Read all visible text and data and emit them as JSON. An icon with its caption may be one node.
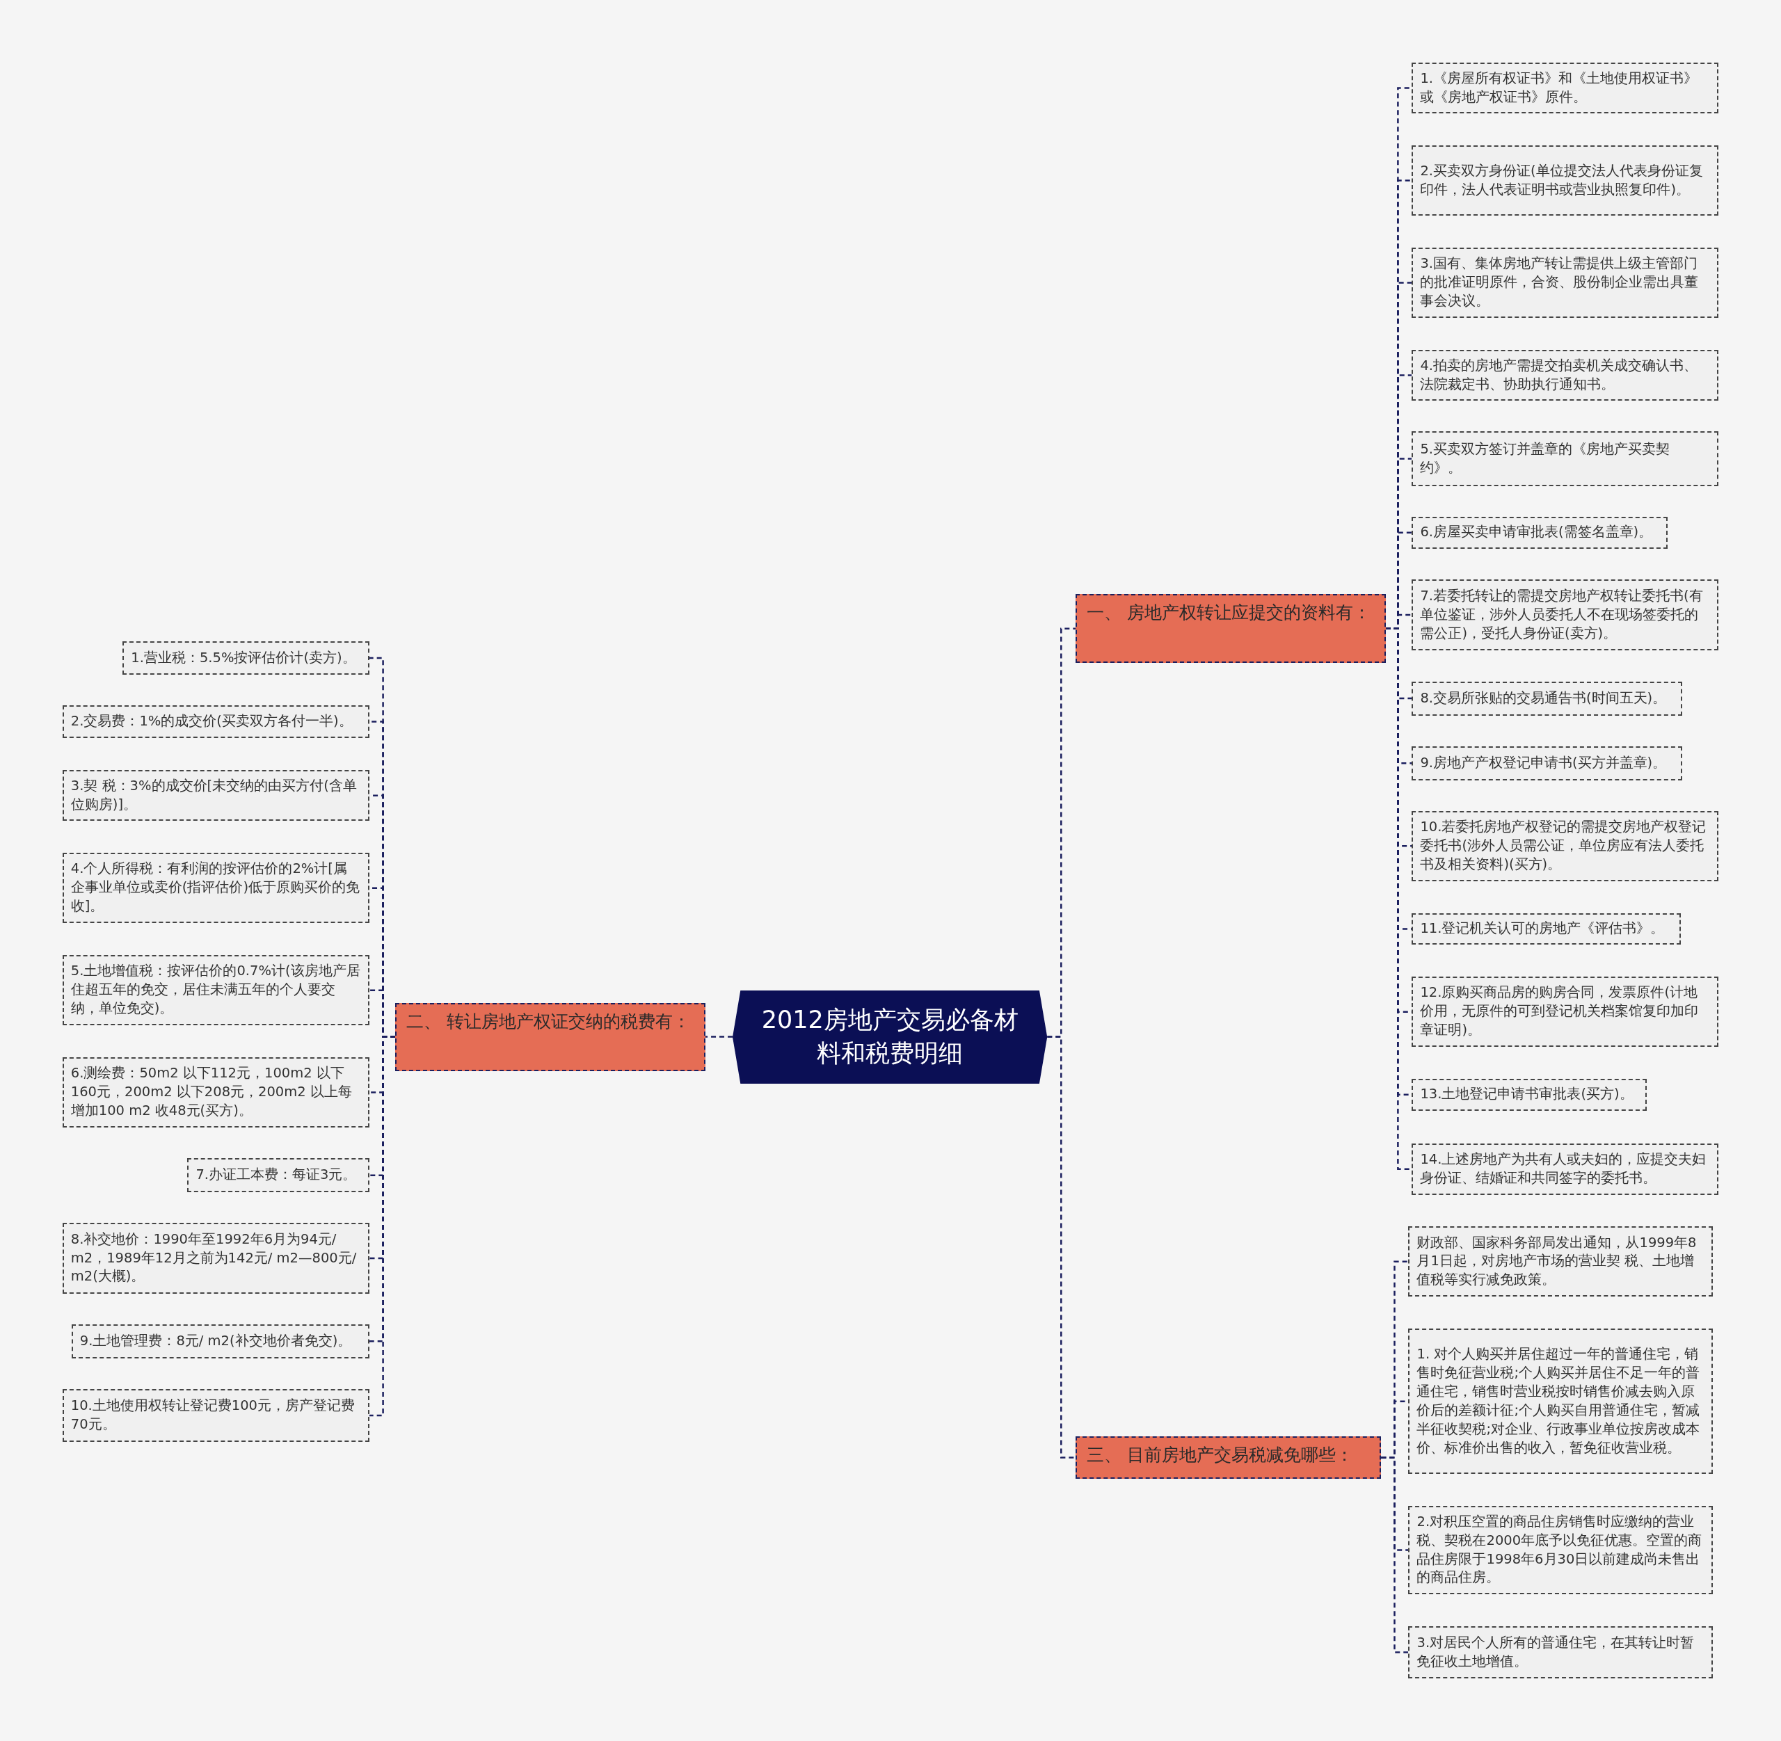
{
  "diagram": {
    "nodes": [
      {
        "text": [
          "2012房地产交易必备材料和税费明细"
        ]
      },
      {
        "text": [
          "一、 房地产权转让应提交的资料有："
        ]
      },
      {
        "text": [
          "1.《房屋所有权证书》和《土地使用权证书》或《房地产权证书》原件。"
        ]
      },
      {
        "text": [
          "2.买卖双方身份证(单位提交法人代表身份证复印件，法人代表证明书或营业执照复印件)。"
        ]
      },
      {
        "text": [
          "3.国有、集体房地产转让需提供上级主管部门的批准证明原件，合资、股份制企业需出具董事会决议。"
        ]
      },
      {
        "text": [
          "4.拍卖的房地产需提交拍卖机关成交确认书、法院裁定书、协助执行通知书。"
        ]
      },
      {
        "text": [
          "5.买卖双方签订并盖章的《房地产买卖契约》。"
        ]
      },
      {
        "text": [
          "6.房屋买卖申请审批表(需签名盖章)。"
        ]
      },
      {
        "text": [
          "7.若委托转让的需提交房地产权转让委托书(有单位鉴证，涉外人员委托人不在现场签委托的需公正)，受托人身份证(卖方)。"
        ]
      },
      {
        "text": [
          "8.交易所张贴的交易通告书(时间五天)。"
        ]
      },
      {
        "text": [
          "9.房地产产权登记申请书(买方并盖章)。"
        ]
      },
      {
        "text": [
          "10.若委托房地产权登记的需提交房地产权登记委托书(涉外人员需公证，单位房应有法人委托书及相关资料)(买方)。"
        ]
      },
      {
        "text": [
          "11.登记机关认可的房地产《评估书》。"
        ]
      },
      {
        "text": [
          "12.原购买商品房的购房合同，发票原件(计地价用，无原件的可到登记机关档案馆复印加印章证明)。"
        ]
      },
      {
        "text": [
          "13.土地登记申请书审批表(买方)。"
        ]
      },
      {
        "text": [
          "14.上述房地产为共有人或夫妇的，应提交夫妇身份证、结婚证和共同签字的委托书。"
        ]
      },
      {
        "text": [
          "二、 转让房地产权证交纳的税费有："
        ]
      },
      {
        "text": [
          "1.营业税：5.5%按评估价计(卖方)。"
        ]
      },
      {
        "text": [
          "2.交易费：1%的成交价(买卖双方各付一半)。"
        ]
      },
      {
        "text": [
          "3.契 税：3%的成交价[未交纳的由买方付(含单位购房)]。"
        ]
      },
      {
        "text": [
          "4.个人所得税：有利润的按评估价的2%计[属企事业单位或卖价(指评估价)低于原购买价的免收]。"
        ]
      },
      {
        "text": [
          "5.土地增值税：按评估价的0.7%计(该房地产居住超五年的免交，居住未满五年的个人要交纳，单位免交)。"
        ]
      },
      {
        "text": [
          "6.测绘费：50m2 以下112元，100m2 以下160元，200m2 以下208元，200m2 以上每增加100 m2 收48元(买方)。"
        ]
      },
      {
        "text": [
          "7.办证工本费：每证3元。"
        ]
      },
      {
        "text": [
          "8.补交地价：1990年至1992年6月为94元/ m2，1989年12月之前为142元/ m2—800元/ m2(大概)。"
        ]
      },
      {
        "text": [
          "9.土地管理费：8元/ m2(补交地价者免交)。"
        ]
      },
      {
        "text": [
          "10.土地使用权转让登记费100元，房产登记费70元。"
        ]
      },
      {
        "text": [
          "三、 目前房地产交易税减免哪些："
        ]
      },
      {
        "text": [
          "财政部、国家科务部局发出通知，从1999年8月1日起，对房地产市场的营业契 税、土地增值税等实行减免政策。"
        ]
      },
      {
        "text": [
          "1. 对个人购买并居住超过一年的普通住宅，销售时免征营业税;个人购买并居住不足一年的普通住宅，销售时营业税按时销售价减去购入原价后的差额计征;个人购买自用普通住宅，暂减半征收契税;对企业、行政事业单位按房改成本价、标准价出售的收入，暂免征收营业税。"
        ]
      },
      {
        "text": [
          "2.对积压空置的商品住房销售时应缴纳的营业税、契税在2000年底予以免征优惠。空置的商品住房限于1998年6月30日以前建成尚未售出的商品住房。"
        ]
      },
      {
        "text": [
          "3.对居民个人所有的普通住宅，在其转让时暂免征收土地增值。"
        ]
      }
    ],
    "edges": [
      {
        "from": 0,
        "to": 1,
        "arrow": "none"
      },
      {
        "from": 1,
        "to": 2,
        "arrow": "none"
      },
      {
        "from": 1,
        "to": 3,
        "arrow": "none"
      },
      {
        "from": 1,
        "to": 4,
        "arrow": "none"
      },
      {
        "from": 1,
        "to": 5,
        "arrow": "none"
      },
      {
        "from": 1,
        "to": 6,
        "arrow": "none"
      },
      {
        "from": 1,
        "to": 7,
        "arrow": "none"
      },
      {
        "from": 1,
        "to": 8,
        "arrow": "none"
      },
      {
        "from": 1,
        "to": 9,
        "arrow": "none"
      },
      {
        "from": 1,
        "to": 10,
        "arrow": "none"
      },
      {
        "from": 1,
        "to": 11,
        "arrow": "none"
      },
      {
        "from": 1,
        "to": 12,
        "arrow": "none"
      },
      {
        "from": 1,
        "to": 13,
        "arrow": "none"
      },
      {
        "from": 1,
        "to": 14,
        "arrow": "none"
      },
      {
        "from": 1,
        "to": 15,
        "arrow": "none"
      },
      {
        "from": 0,
        "to": 16,
        "arrow": "none"
      },
      {
        "from": 16,
        "to": 17,
        "arrow": "none"
      },
      {
        "from": 16,
        "to": 18,
        "arrow": "none"
      },
      {
        "from": 16,
        "to": 19,
        "arrow": "none"
      },
      {
        "from": 16,
        "to": 20,
        "arrow": "none"
      },
      {
        "from": 16,
        "to": 21,
        "arrow": "none"
      },
      {
        "from": 16,
        "to": 22,
        "arrow": "none"
      },
      {
        "from": 16,
        "to": 23,
        "arrow": "none"
      },
      {
        "from": 16,
        "to": 24,
        "arrow": "none"
      },
      {
        "from": 16,
        "to": 25,
        "arrow": "none"
      },
      {
        "from": 16,
        "to": 26,
        "arrow": "none"
      },
      {
        "from": 0,
        "to": 27,
        "arrow": "none"
      },
      {
        "from": 27,
        "to": 28,
        "arrow": "none"
      },
      {
        "from": 27,
        "to": 29,
        "arrow": "none"
      },
      {
        "from": 27,
        "to": 30,
        "arrow": "none"
      },
      {
        "from": 27,
        "to": 31,
        "arrow": "none"
      }
    ]
  }
}
